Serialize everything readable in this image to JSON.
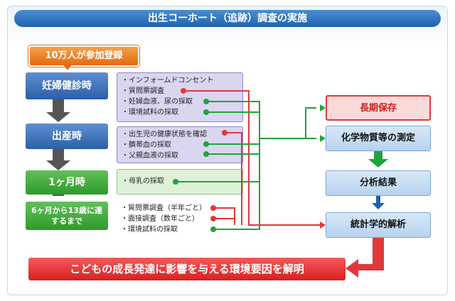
{
  "title": "出生コーホート（追跡）調査の実施",
  "callout": "10万人が参加登録",
  "stages": [
    {
      "label": "妊婦健診時"
    },
    {
      "label": "出産時"
    },
    {
      "label": "1ヶ月時"
    },
    {
      "label": "6ヶ月から13歳に達するまで"
    }
  ],
  "groups": [
    {
      "items": [
        "・インフォームドコンセント",
        "・質問票調査",
        "・妊婦血液、尿の採取",
        "・環境試料の採取"
      ]
    },
    {
      "items": [
        "・出生児の健康状態を確認",
        "・臍帯血の採取",
        "・父親血液の採取"
      ]
    },
    {
      "items": [
        "・母乳の採取"
      ]
    },
    {
      "items": [
        "・質問票調査（半年ごと）",
        "・面接調査（数年ごと）",
        "・環境試料の採取"
      ]
    }
  ],
  "right_boxes": {
    "long_term": "長期保存",
    "chemical": "化学物質等の測定",
    "analysis": "分析結果",
    "statistics": "統計学的解析"
  },
  "goal": "こどもの成長発達に影響を与える環境要因を解明",
  "colors": {
    "red": "#e0383b",
    "green": "#21a33b",
    "blue": "#2c5fa8",
    "orange": "#e36b10"
  }
}
